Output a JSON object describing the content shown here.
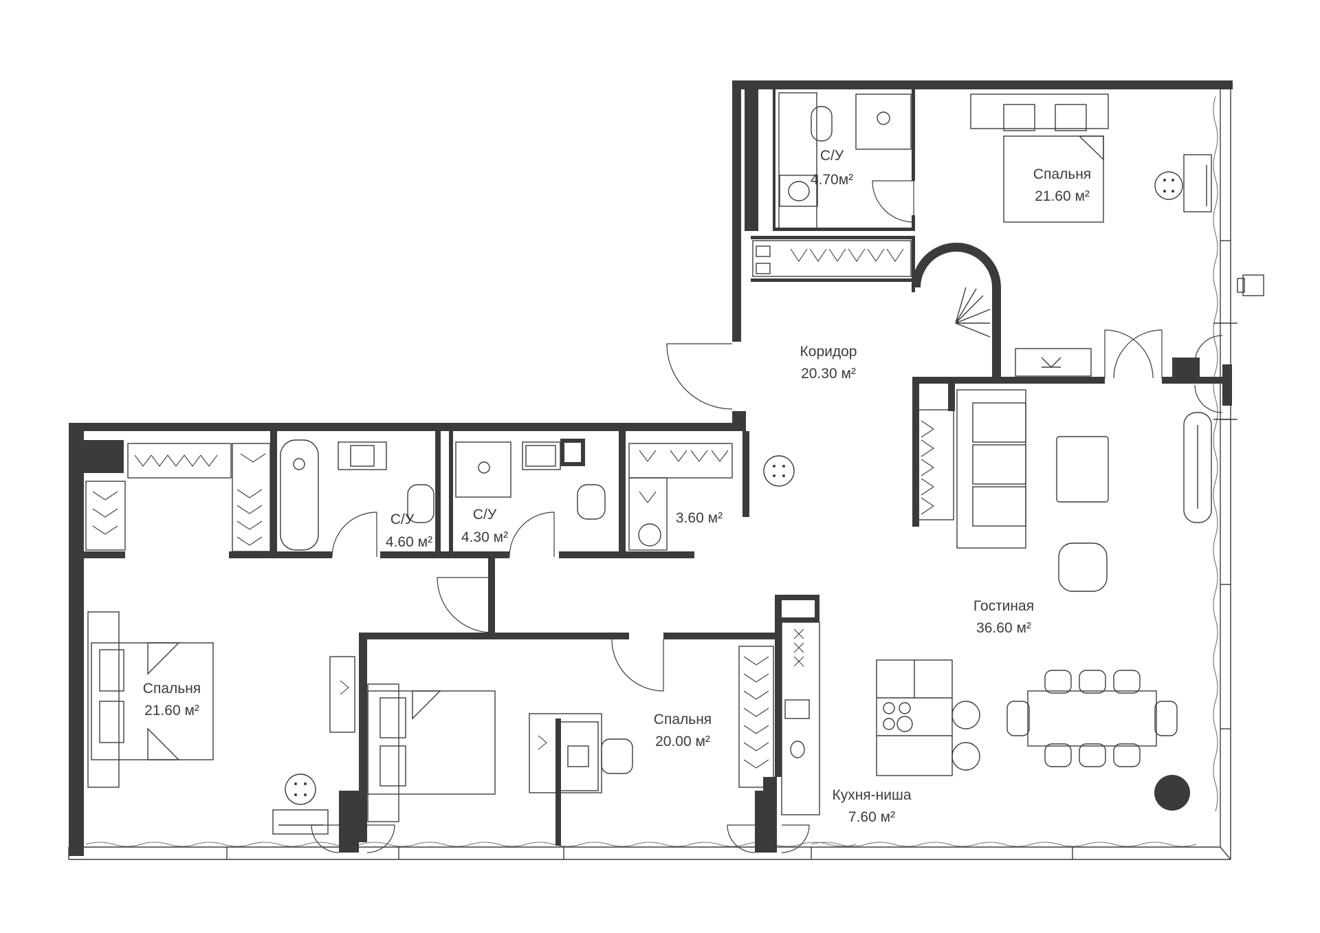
{
  "plan": {
    "colors": {
      "wall": "#3b3b3d",
      "background": "#ffffff",
      "line": "#3b3b3d"
    },
    "rooms": {
      "bath_top": {
        "name": "С/У",
        "area": "4.70м²"
      },
      "bedroom_top": {
        "name": "Спальня",
        "area": "21.60 м²"
      },
      "corridor": {
        "name": "Коридор",
        "area": "20.30 м²"
      },
      "bath_left": {
        "name": "С/У",
        "area": "4.60 м²"
      },
      "bath_mid": {
        "name": "С/У",
        "area": "4.30 м²"
      },
      "closet": {
        "name": "",
        "area": "3.60 м²"
      },
      "living": {
        "name": "Гостиная",
        "area": "36.60 м²"
      },
      "bedroom_left": {
        "name": "Спальня",
        "area": "21.60 м²"
      },
      "bedroom_mid": {
        "name": "Спальня",
        "area": "20.00 м²"
      },
      "kitchen": {
        "name": "Кухня-ниша",
        "area": "7.60 м²"
      }
    }
  }
}
